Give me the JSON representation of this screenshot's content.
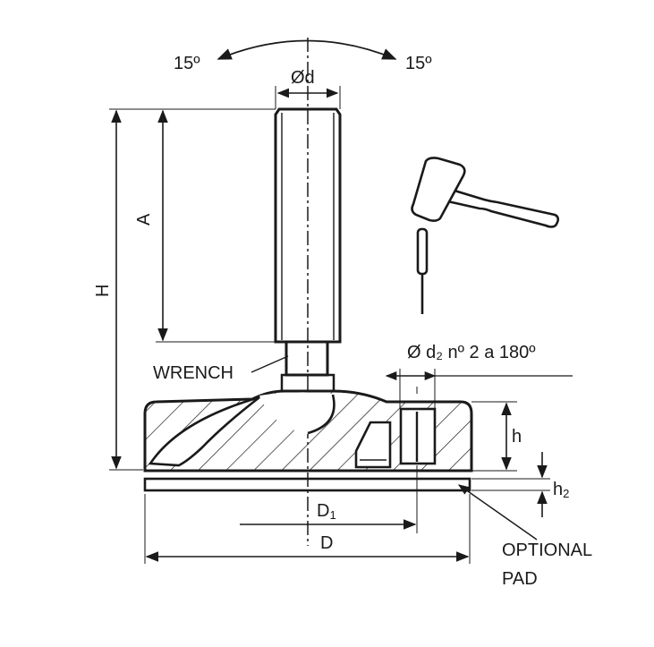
{
  "labels": {
    "angle_left": "15º",
    "angle_right": "15º",
    "thread_diameter": "Ød",
    "height_A": "A",
    "height_H": "H",
    "wrench": "WRENCH",
    "holes": "Ø d₂ nº 2 a 180º",
    "base_height": "h",
    "pad_height": "h",
    "pad_height_sub": "2",
    "d1": "D",
    "d1_sub": "1",
    "d": "D",
    "optional": "OPTIONAL",
    "pad": "PAD"
  },
  "icons": {
    "hammer": "hammer-icon",
    "screwdriver": "screwdriver-icon"
  },
  "colors": {
    "line": "#1a1a1a",
    "background": "#ffffff"
  }
}
